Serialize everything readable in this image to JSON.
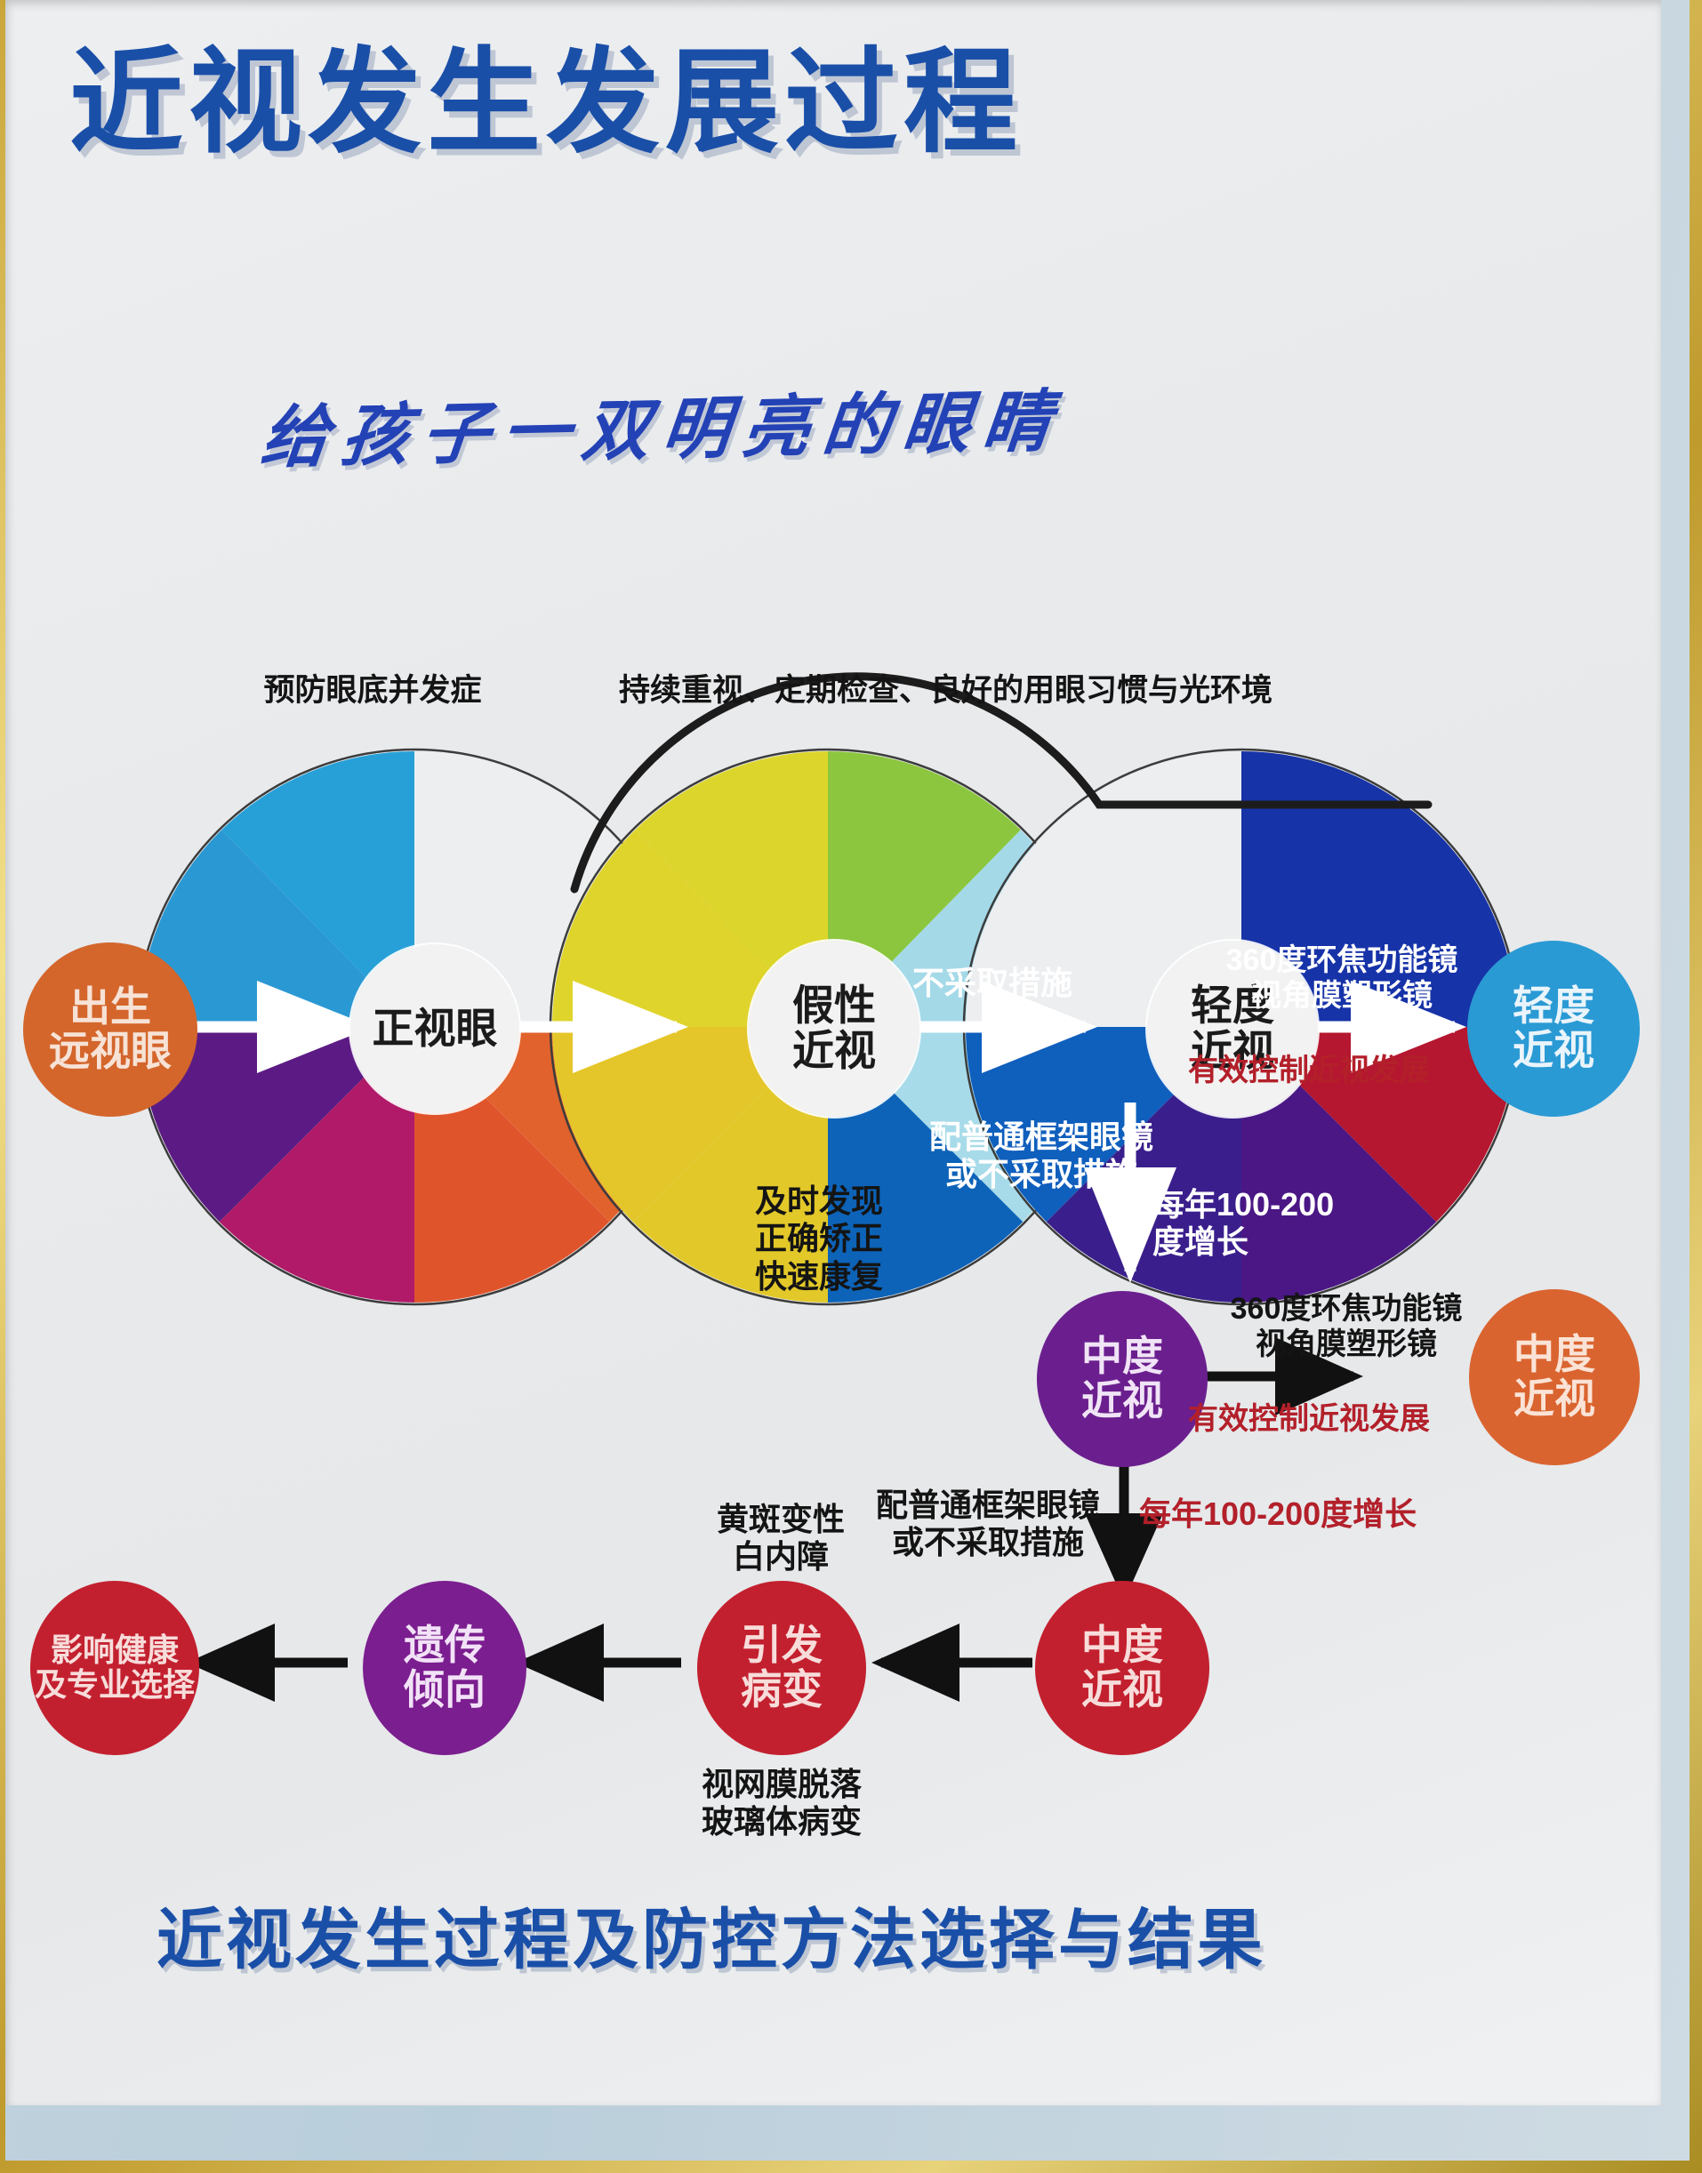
{
  "poster": {
    "main_title": "近视发生发展过程",
    "subtitle": "给孩子一双明亮的眼睛",
    "bottom_title": "近视发生过程及防控方法选择与结果"
  },
  "top_labels": {
    "left": "预防眼底并发症",
    "right": "持续重视、定期检查、良好的用眼习惯与光环境"
  },
  "nodes": {
    "birth": "出生\n远视眼",
    "emmetropia": "正视眼",
    "pseudo_myopia": "假性\n近视",
    "mild_myopia": "轻度\n近视",
    "mild_myopia_result": "轻度\n近视",
    "moderate_myopia": "中度\n近视",
    "moderate_myopia_result": "中度\n近视",
    "moderate_myopia_bottom": "中度\n近视",
    "lesion": "引发\n病变",
    "genetic": "遗传\n倾向",
    "health_impact": "影响健康\n及专业选择"
  },
  "edge_labels": {
    "no_measures": "不采取措施",
    "glasses_or_nothing_1": "配普通框架眼镜\n或不采取措施",
    "glasses_or_nothing_2": "配普通框架眼镜\n或不采取措施",
    "yearly_increase_1": "每年100-200\n度增长",
    "yearly_increase_2": "每年100-200度增长",
    "lens_method_1": "360度环焦功能镜\n视角膜塑形镜",
    "control_effect_1": "有效控制近视发展",
    "lens_method_2": "360度环焦功能镜\n视角膜塑形镜",
    "control_effect_2": "有效控制近视发展",
    "early_recovery": "及时发现\n正确矫正\n快速康复",
    "macular_cataract": "黄斑变性\n白内障",
    "retinal_vitreous": "视网膜脱落\n玻璃体病变"
  },
  "colors": {
    "title_blue": "#1a4fa8",
    "subtitle_blue": "#2342b6",
    "orange": "#d4662c",
    "light_blue": "#2a9ad4",
    "purple": "#6b1f8e",
    "red": "#c2202c",
    "frame_gold": "#c9a63a",
    "mat_blue": "#c2d3de",
    "board": "#eceef0"
  },
  "chart_data": {
    "type": "pie",
    "title": "近视发生发展过程",
    "charts": [
      {
        "name": "circle-1",
        "slices": [
          {
            "label": "",
            "value": 12.5,
            "color": "#f0f0f0"
          },
          {
            "label": "",
            "value": 12.5,
            "color": "#2a9ad4"
          },
          {
            "label": "",
            "value": 12.5,
            "color": "#2e9fd6"
          },
          {
            "label": "",
            "value": 12.5,
            "color": "#2f99d0"
          },
          {
            "label": "",
            "value": 12.5,
            "color": "#5b1b80"
          },
          {
            "label": "",
            "value": 12.5,
            "color": "#b01a68"
          },
          {
            "label": "",
            "value": 12.5,
            "color": "#e0542c"
          },
          {
            "label": "",
            "value": 12.5,
            "color": "#e5632b"
          }
        ]
      },
      {
        "name": "circle-2",
        "slices": [
          {
            "label": "",
            "value": 12.5,
            "color": "#8cc63e"
          },
          {
            "label": "",
            "value": 12.5,
            "color": "#9fd4e4"
          },
          {
            "label": "",
            "value": 12.5,
            "color": "#a8dbe8"
          },
          {
            "label": "",
            "value": 12.5,
            "color": "#0d63b8"
          },
          {
            "label": "",
            "value": 12.5,
            "color": "#e8c829"
          },
          {
            "label": "",
            "value": 12.5,
            "color": "#e3d02a"
          },
          {
            "label": "",
            "value": 12.5,
            "color": "#d7d82b"
          },
          {
            "label": "",
            "value": 12.5,
            "color": "#d4d82d"
          }
        ]
      },
      {
        "name": "circle-3",
        "slices": [
          {
            "label": "",
            "value": 25,
            "color": "#1733a8"
          },
          {
            "label": "",
            "value": 12.5,
            "color": "#b4172f"
          },
          {
            "label": "",
            "value": 12.5,
            "color": "#4a1785"
          },
          {
            "label": "",
            "value": 12.5,
            "color": "#3a1f8c"
          },
          {
            "label": "",
            "value": 12.5,
            "color": "#0f5fbd"
          },
          {
            "label": "",
            "value": 25,
            "color": "#f0f0f0"
          }
        ]
      }
    ]
  }
}
